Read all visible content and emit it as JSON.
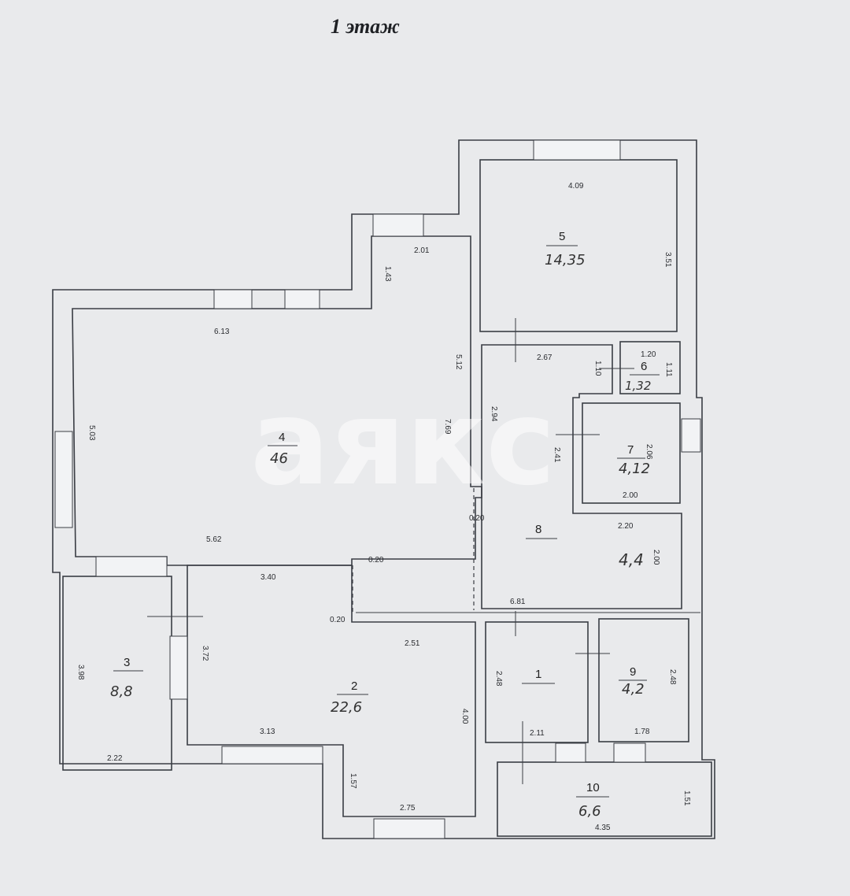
{
  "title": "1 этаж",
  "watermark": "аякс",
  "rooms": [
    {
      "id": "1",
      "number": "1",
      "area": ""
    },
    {
      "id": "2",
      "number": "2",
      "area": "22,6"
    },
    {
      "id": "3",
      "number": "3",
      "area": "8,8"
    },
    {
      "id": "4",
      "number": "4",
      "area": "46"
    },
    {
      "id": "5",
      "number": "5",
      "area": "14,35"
    },
    {
      "id": "6",
      "number": "6",
      "area": "1,32"
    },
    {
      "id": "7",
      "number": "7",
      "area": "4,12"
    },
    {
      "id": "8",
      "number": "8",
      "area": "4,4"
    },
    {
      "id": "9",
      "number": "9",
      "area": "4,2"
    },
    {
      "id": "10",
      "number": "10",
      "area": "6,6"
    }
  ],
  "dimensions": {
    "r5_top": "4.09",
    "r5_side": "3.51",
    "r4_hall_top": "2.01",
    "r4_hall_side": "1.43",
    "r4_top": "6.13",
    "r4_left": "5.03",
    "r4_right_a": "5.12",
    "r4_right_b": "7.69",
    "r4_bottom": "5.62",
    "r6_top": "1.20",
    "r6_left": "1.10",
    "r6_right": "1.11",
    "r8_top": "2.67",
    "r8_side_a": "2.94",
    "r8_side_b": "2.41",
    "r7_right": "2.06",
    "r7_bottom": "2.00",
    "r8_mid": "2.20",
    "r8_right": "2.00",
    "r8_bottom": "6.81",
    "gap_a": "0.20",
    "gap_b": "0.20",
    "gap_c": "0.20",
    "r2_top": "3.40",
    "r2_left": "3.72",
    "r2_mid": "2.51",
    "r2_right": "4.00",
    "r2_bottom": "3.13",
    "r2_low_left": "1.57",
    "r2_low_bottom": "2.75",
    "r3_side": "3.98",
    "r3_bottom": "2.22",
    "r1_left": "2.48",
    "r1_bottom": "2.11",
    "r9_right": "2.48",
    "r9_bottom": "1.78",
    "r10_right": "1.51",
    "r10_bottom": "4.35"
  }
}
